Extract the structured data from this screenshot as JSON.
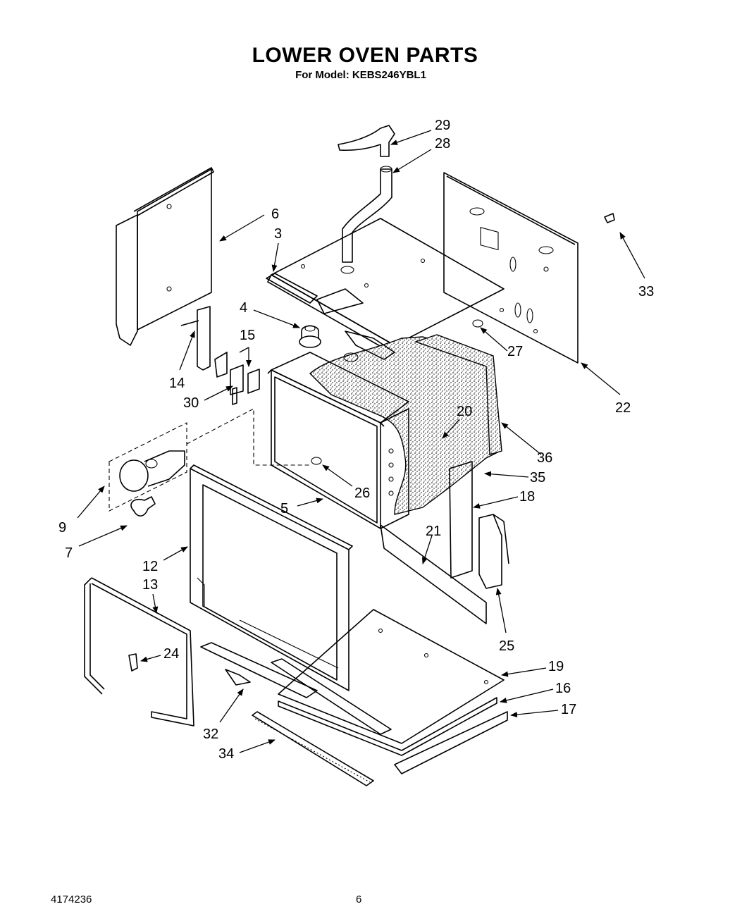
{
  "title": "LOWER OVEN PARTS",
  "subtitle": "For Model: KEBS246YBL1",
  "footer": {
    "doc_number": "4174236",
    "page_number": "6"
  },
  "callouts": [
    "29",
    "28",
    "6",
    "3",
    "33",
    "4",
    "15",
    "27",
    "14",
    "30",
    "22",
    "20",
    "36",
    "9",
    "26",
    "35",
    "5",
    "18",
    "7",
    "21",
    "12",
    "13",
    "25",
    "24",
    "19",
    "16",
    "17",
    "32",
    "34"
  ]
}
